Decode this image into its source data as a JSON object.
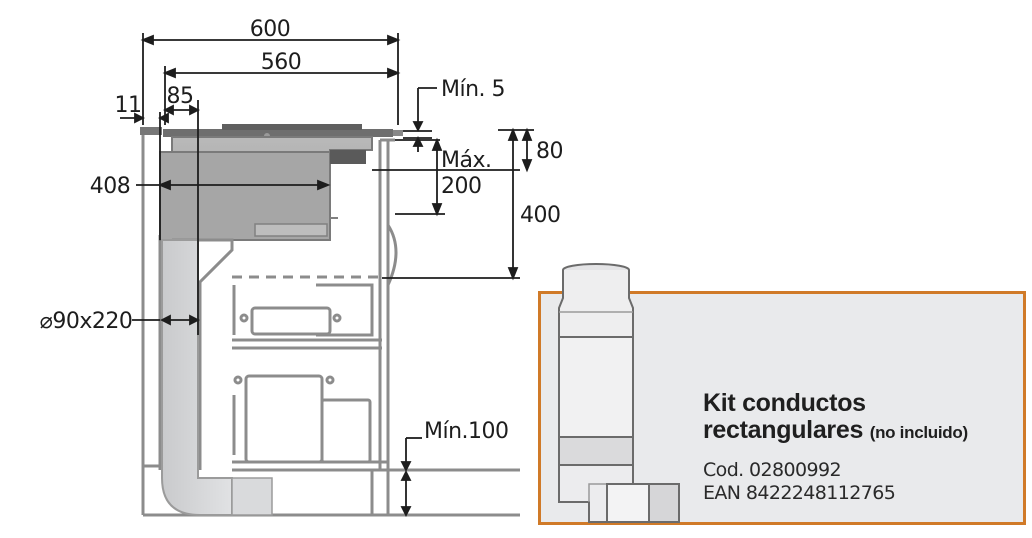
{
  "dimensions": {
    "width_total": "600",
    "width_inner": "560",
    "offset_left": "11",
    "offset_duct": "85",
    "gap_min": "Mín. 5",
    "depth_top": "80",
    "height_max_label": "Máx.",
    "height_max_value": "200",
    "height_total": "400",
    "hob_depth": "408",
    "duct_size": "⌀90x220",
    "floor_gap": "Mín.100"
  },
  "kit": {
    "title_line1": "Kit conductos",
    "title_line2": "rectangulares",
    "note": "(no incluido)",
    "code": "Cod. 02800992",
    "ean": "EAN 8422248112765"
  },
  "colors": {
    "frame_border": "#d07a28",
    "frame_fill": "#e9eaec",
    "line": "#1d1d1d",
    "cabinet": "#8c8c8c"
  }
}
